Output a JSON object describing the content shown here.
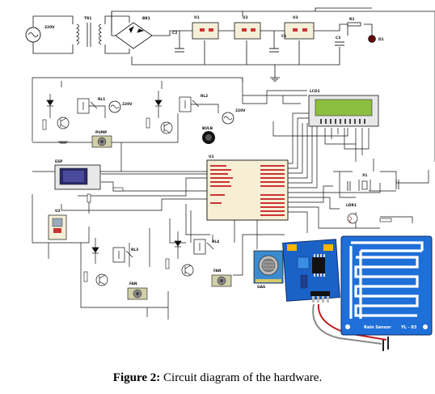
{
  "caption": {
    "label": "Figure 2:",
    "text": " Circuit diagram of the hardware."
  },
  "components": {
    "source_ac": "220V",
    "transformer": "TR1",
    "bridge": "BR1",
    "reg1": "U1",
    "reg2": "U2",
    "reg3": "U3",
    "cap_c1": "C1",
    "cap_c2": "C2",
    "cap_c3": "C3",
    "res_r1": "R1",
    "led_d1": "D1",
    "relay1": "RL1",
    "relay2": "RL2",
    "relay3": "RL3",
    "relay4": "RL4",
    "pump": "PUMP",
    "bulb": "BULB",
    "fan1": "FAN",
    "fan2": "FAN",
    "lcd": "LCD1",
    "mcu": "U1",
    "esp": "ESP",
    "humidity": "U2",
    "ldr": "LDR1",
    "gas": "GAS",
    "xtal": "X1",
    "rain_module": "Rain Sensor",
    "rain_module_id": "YL - 83"
  }
}
